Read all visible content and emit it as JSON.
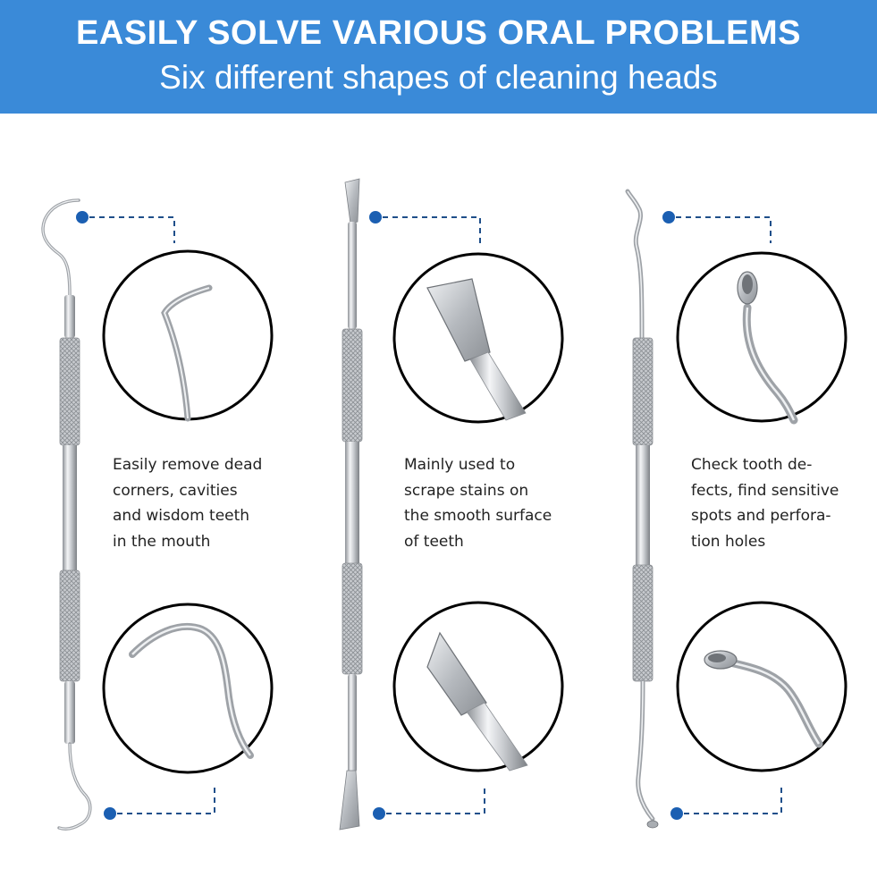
{
  "banner": {
    "title": "EASILY SOLVE VARIOUS ORAL PROBLEMS",
    "subtitle": "Six different shapes of cleaning heads"
  },
  "tools": [
    {
      "description": "Easily remove dead\ncorners, cavities\nand wisdom teeth\nin the mouth"
    },
    {
      "description": "Mainly used to\nscrape stains on\nthe smooth surface\nof teeth"
    },
    {
      "description": "Check tooth de-\nfects, find sensitive\nspots and perfora-\ntion holes"
    }
  ],
  "colors": {
    "banner": "#3a8ad8",
    "callout_dot": "#1b5fb2",
    "callout_line": "#1f4f8a",
    "steel": "#b9bcc1"
  }
}
